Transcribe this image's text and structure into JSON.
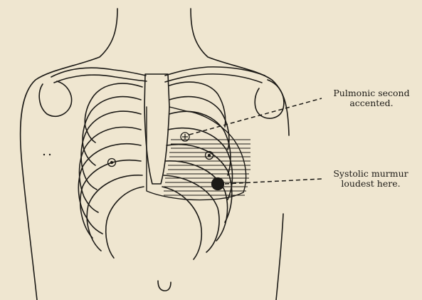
{
  "labels": {
    "pulmonic": {
      "line1": "Pulmonic second",
      "line2": "accented."
    },
    "systolic": {
      "line1": "Systolic murmur",
      "line2": "loudest here."
    }
  },
  "colors": {
    "paper": "#efe6d0",
    "ink": "#1c1a16"
  }
}
